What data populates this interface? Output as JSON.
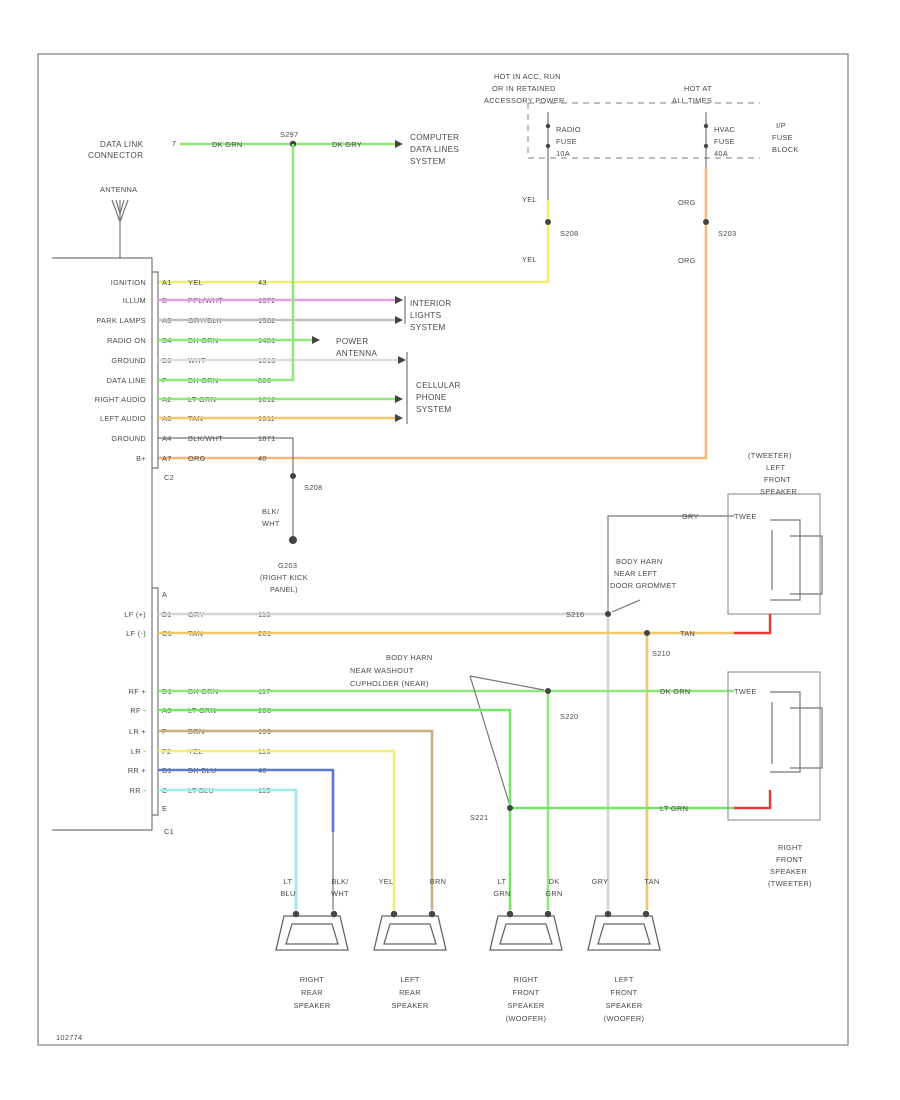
{
  "colors": {
    "yellow": "#f2ee73",
    "pink": "#e89be6",
    "gray": "#b8b8b8",
    "green": "#8ee87a",
    "lightgreen": "#76e46a",
    "tan": "#f0c670",
    "orange": "#f6b67a",
    "brown": "#c9b083",
    "blue": "#5a79cf",
    "lightblue": "#9ee8ef",
    "red": "#e53a3a"
  },
  "top": {
    "data_link": [
      "DATA LINK",
      "CONNECTOR"
    ],
    "data_link_pin": "7",
    "dk_grn": "DK GRN",
    "splice_top": "S297",
    "dk_grn_right": "DK GRY",
    "computer": [
      "COMPUTER",
      "DATA LINES",
      "SYSTEM"
    ],
    "antenna": "ANTENNA",
    "hot_acc": [
      "HOT IN ACC, RUN",
      "OR IN RETAINED",
      "ACCESSORY POWER"
    ],
    "hot_at": [
      "HOT AT",
      "ALL TIMES"
    ],
    "radio_fuse": [
      "RADIO",
      "FUSE",
      "10A"
    ],
    "hvac_fuse": [
      "HVAC",
      "FUSE",
      "40A"
    ],
    "fuse_block": [
      "I/P",
      "FUSE",
      "BLOCK"
    ],
    "yel1": "YEL",
    "yel2": "YEL",
    "s208": "S208",
    "org1": "ORG",
    "org2": "ORG",
    "s203": "S203"
  },
  "radio_pins": [
    {
      "label": "IGNITION",
      "pin": "A1",
      "wire": "YEL",
      "circ": "43"
    },
    {
      "label": "ILLUM",
      "pin": "B",
      "wire": "PPL/WHT",
      "circ": "1372"
    },
    {
      "label": "PARK LAMPS",
      "pin": "A5",
      "wire": "GRY/BLK",
      "circ": "1582"
    },
    {
      "label": "RADIO ON",
      "pin": "B4",
      "wire": "DK GRN",
      "circ": "1481"
    },
    {
      "label": "GROUND",
      "pin": "B6",
      "wire": "WHT",
      "circ": "1013"
    },
    {
      "label": "DATA LINE",
      "pin": "F",
      "wire": "DK GRN",
      "circ": "800"
    },
    {
      "label": "RIGHT AUDIO",
      "pin": "A2",
      "wire": "LT GRN",
      "circ": "1012"
    },
    {
      "label": "LEFT AUDIO",
      "pin": "A3",
      "wire": "TAN",
      "circ": "1011"
    },
    {
      "label": "GROUND",
      "pin": "A4",
      "wire": "BLK/WHT",
      "circ": "1871"
    },
    {
      "label": "B+",
      "pin": "A7",
      "wire": "ORG",
      "circ": "40"
    }
  ],
  "mid": {
    "c2": "C2",
    "interior": [
      "INTERIOR",
      "LIGHTS",
      "SYSTEM"
    ],
    "power_antenna": [
      "POWER",
      "ANTENNA"
    ],
    "cellular": [
      "CELLULAR",
      "PHONE",
      "SYSTEM"
    ],
    "s208b": "S208",
    "blk_wht": [
      "BLK/",
      "WHT"
    ],
    "g203": [
      "G203",
      "(RIGHT KICK",
      "PANEL)"
    ]
  },
  "c1_pins": [
    {
      "label": "",
      "pin": "A",
      "wire": "",
      "circ": ""
    },
    {
      "label": "LF (+)",
      "pin": "B1",
      "wire": "GRY",
      "circ": "118"
    },
    {
      "label": "LF (-)",
      "pin": "C1",
      "wire": "TAN",
      "circ": "201"
    },
    {
      "label": "RF +",
      "pin": "D1",
      "wire": "DK GRN",
      "circ": "117"
    },
    {
      "label": "RF -",
      "pin": "A3",
      "wire": "LT GRN",
      "circ": "200"
    },
    {
      "label": "LR +",
      "pin": "F",
      "wire": "BRN",
      "circ": "199"
    },
    {
      "label": "LR -",
      "pin": "F2",
      "wire": "YEL",
      "circ": "116"
    },
    {
      "label": "RR +",
      "pin": "D1",
      "wire": "DK BLU",
      "circ": "46"
    },
    {
      "label": "RR -",
      "pin": "C",
      "wire": "LT BLU",
      "circ": "115"
    },
    {
      "label": "",
      "pin": "E",
      "wire": "",
      "circ": ""
    }
  ],
  "lower": {
    "c1": "C1",
    "s210": "S210",
    "s216": "S216",
    "s220": "S220",
    "s221": "S221",
    "harn_left": [
      "BODY HARN",
      "NEAR LEFT",
      "DOOR GROMMET"
    ],
    "harn_rear": [
      "BODY HARN",
      "NEAR WASHOUT",
      "CUPHOLDER (NEAR)"
    ],
    "gry_r": "GRY",
    "tan_r": "TAN",
    "dkgrn_r": "DK GRN",
    "ltgrn_r": "LT GRN",
    "tweeter_lf": [
      "(TWEETER)",
      "LEFT",
      "FRONT",
      "SPEAKER"
    ],
    "tweeter_rf": [
      "RIGHT",
      "FRONT",
      "SPEAKER",
      "(TWEETER)"
    ],
    "tw_pin": "TWEE"
  },
  "speakers": [
    {
      "wires": [
        "LT",
        "BLU",
        "BLK/",
        "WHT"
      ],
      "name": [
        "RIGHT",
        "REAR",
        "SPEAKER"
      ]
    },
    {
      "wires": [
        "YEL",
        "",
        "BRN",
        ""
      ],
      "name": [
        "LEFT",
        "REAR",
        "SPEAKER"
      ]
    },
    {
      "wires": [
        "LT",
        "GRN",
        "DK",
        "GRN"
      ],
      "name": [
        "RIGHT",
        "FRONT",
        "SPEAKER",
        "(WOOFER)"
      ]
    },
    {
      "wires": [
        "GRY",
        "",
        "TAN",
        ""
      ],
      "name": [
        "LEFT",
        "FRONT",
        "SPEAKER",
        "(WOOFER)"
      ]
    }
  ],
  "footer_code": "102774"
}
